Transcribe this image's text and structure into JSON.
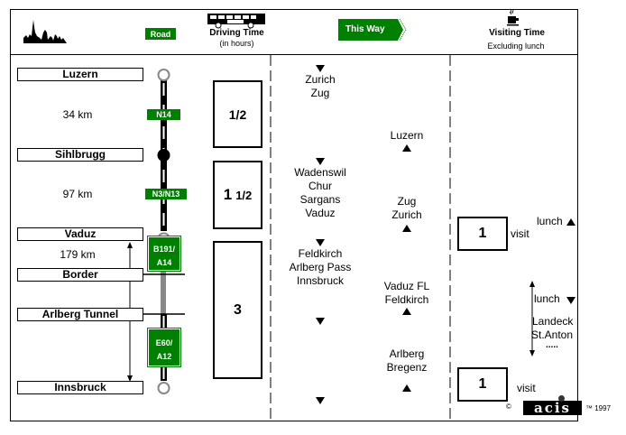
{
  "header": {
    "skyline_icon": "city-skyline-icon",
    "road_label": "Road",
    "bus_icon": "bus-icon",
    "driving_time_title": "Driving Time",
    "driving_time_sub": "(in hours)",
    "this_way_label": "This Way",
    "coffee_icon": "coffee-cup-icon",
    "visiting_time_title": "Visiting Time",
    "visiting_time_sub": "Excluding lunch"
  },
  "route": {
    "cities": [
      "Luzern",
      "Sihlbrugg",
      "Vaduz",
      "Border",
      "Arlberg Tunnel",
      "Innsbruck"
    ],
    "distances": [
      "34 km",
      "97 km",
      "179 km"
    ],
    "road_signs": [
      "N14",
      "N3/N13",
      "B191/",
      "A14",
      "E60/",
      "A12"
    ]
  },
  "driving_times": [
    {
      "whole": "",
      "fraction": "1/2"
    },
    {
      "whole": "1",
      "fraction": "1/2"
    },
    {
      "whole": "3",
      "fraction": ""
    }
  ],
  "directions": {
    "outbound": [
      [
        "Zurich",
        "Zug"
      ],
      [
        "Wadenswil",
        "Chur",
        "Sargans",
        "Vaduz"
      ],
      [
        "Feldkirch",
        "Arlberg Pass",
        "Innsbruck"
      ]
    ],
    "return": [
      [
        "Luzern"
      ],
      [
        "Zug",
        "Zurich"
      ],
      [
        "Vaduz FL",
        "Feldkirch"
      ],
      [
        "Arlberg",
        "Bregenz"
      ]
    ]
  },
  "visiting": {
    "visit1_hours": "1",
    "visit1_label": "visit",
    "lunch_up": "lunch",
    "lunch_down": "lunch",
    "stops": [
      "Landeck",
      "St.Anton",
      "....."
    ],
    "visit2_hours": "1",
    "visit2_label": "visit"
  },
  "footer": {
    "copyright_symbol": "©",
    "brand": "acis",
    "trademark": "™ 1997"
  }
}
